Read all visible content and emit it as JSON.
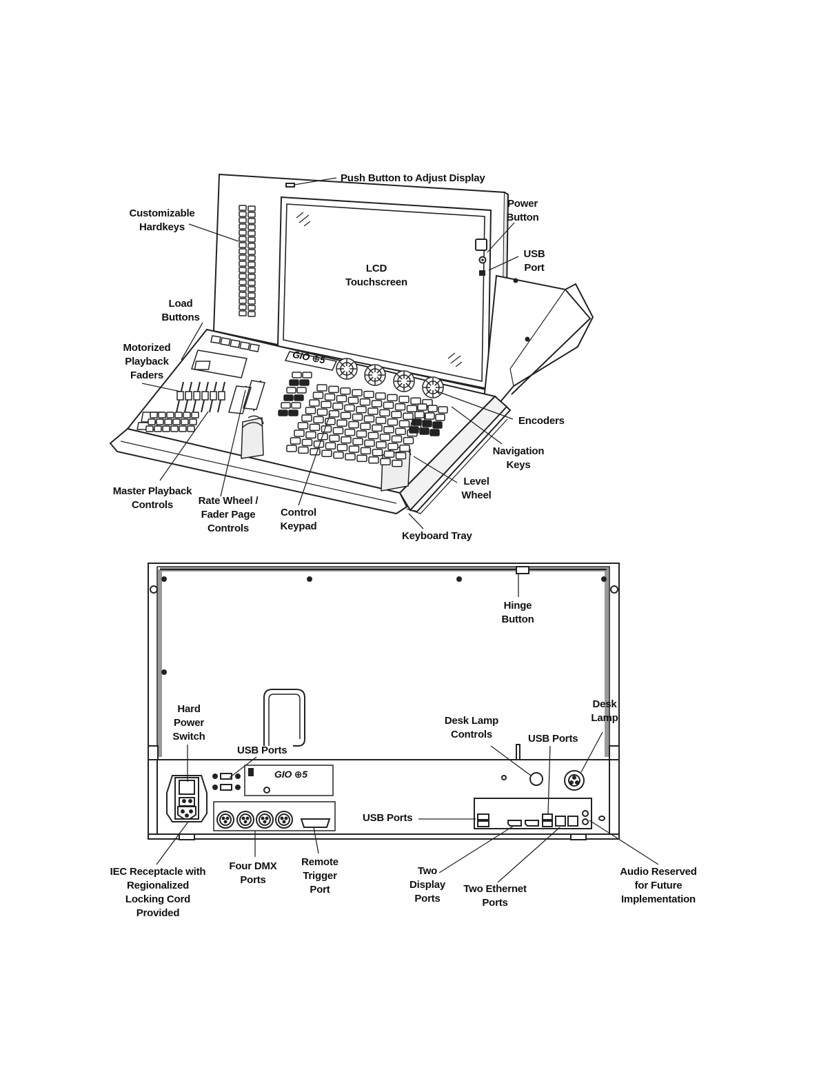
{
  "front_view": {
    "labels": {
      "push_button": "Push Button to Adjust Display",
      "power_button": "Power\nButton",
      "usb_port": "USB\nPort",
      "hardkeys": "Customizable\nHardkeys",
      "lcd": "LCD\nTouchscreen",
      "load_buttons": "Load\nButtons",
      "motorized_faders": "Motorized\nPlayback\nFaders",
      "encoders": "Encoders",
      "navigation_keys": "Navigation\nKeys",
      "level_wheel": "Level\nWheel",
      "master_playback": "Master Playback\nControls",
      "rate_wheel": "Rate Wheel /\nFader Page\nControls",
      "control_keypad": "Control\nKeypad",
      "keyboard_tray": "Keyboard Tray"
    },
    "logo_text": "GIO ⊕5"
  },
  "rear_view": {
    "labels": {
      "hinge_button": "Hinge\nButton",
      "hard_power_switch": "Hard\nPower\nSwitch",
      "usb_ports_left": "USB Ports",
      "desk_lamp_controls": "Desk Lamp\nControls",
      "usb_ports_right": "USB Ports",
      "desk_lamp": "Desk\nLamp",
      "usb_ports_lower": "USB Ports",
      "iec_receptacle": "IEC Receptacle with\nRegionalized\nLocking Cord\nProvided",
      "four_dmx": "Four DMX\nPorts",
      "remote_trigger": "Remote\nTrigger\nPort",
      "two_display": "Two\nDisplay\nPorts",
      "two_ethernet": "Two Ethernet\nPorts",
      "audio_reserved": "Audio Reserved\nfor Future\nImplementation"
    },
    "logo_text": "GIO ⊕5"
  },
  "colors": {
    "line": "#222222",
    "background": "#ffffff",
    "shade": "#d8d8d8"
  }
}
